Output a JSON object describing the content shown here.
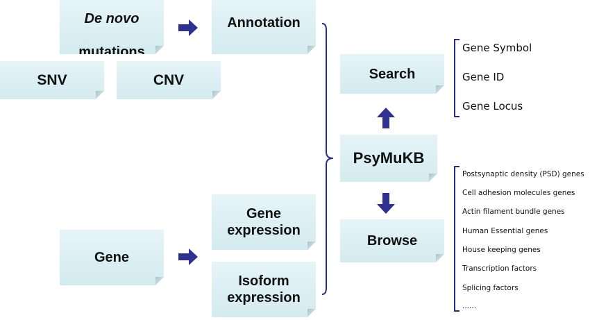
{
  "boxes": {
    "de_novo_line1": "De novo",
    "de_novo_line2": "mutations",
    "snv": "SNV",
    "cnv": "CNV",
    "annotation": "Annotation",
    "gene": "Gene",
    "gene_expression": "Gene\nexpression",
    "isoform_expression": "Isoform\nexpression",
    "search": "Search",
    "psymukb": "PsyMuKB",
    "browse": "Browse"
  },
  "search_items": [
    "Gene Symbol",
    "Gene ID",
    "Gene Locus"
  ],
  "browse_items": [
    "Postsynaptic density (PSD) genes",
    "Cell adhesion molecules genes",
    "Actin filament bundle genes",
    "Human Essential genes",
    "House keeping genes",
    "Transcription factors",
    "Splicing factors",
    "......"
  ],
  "colors": {
    "box_fill": "#dff0f4",
    "arrow": "#2e3192",
    "bracket": "#2a2e8c"
  },
  "icons": {
    "right_arrow": "block-arrow-right",
    "up_arrow": "block-arrow-up",
    "down_arrow": "block-arrow-down",
    "bracket": "curly-bracket"
  }
}
